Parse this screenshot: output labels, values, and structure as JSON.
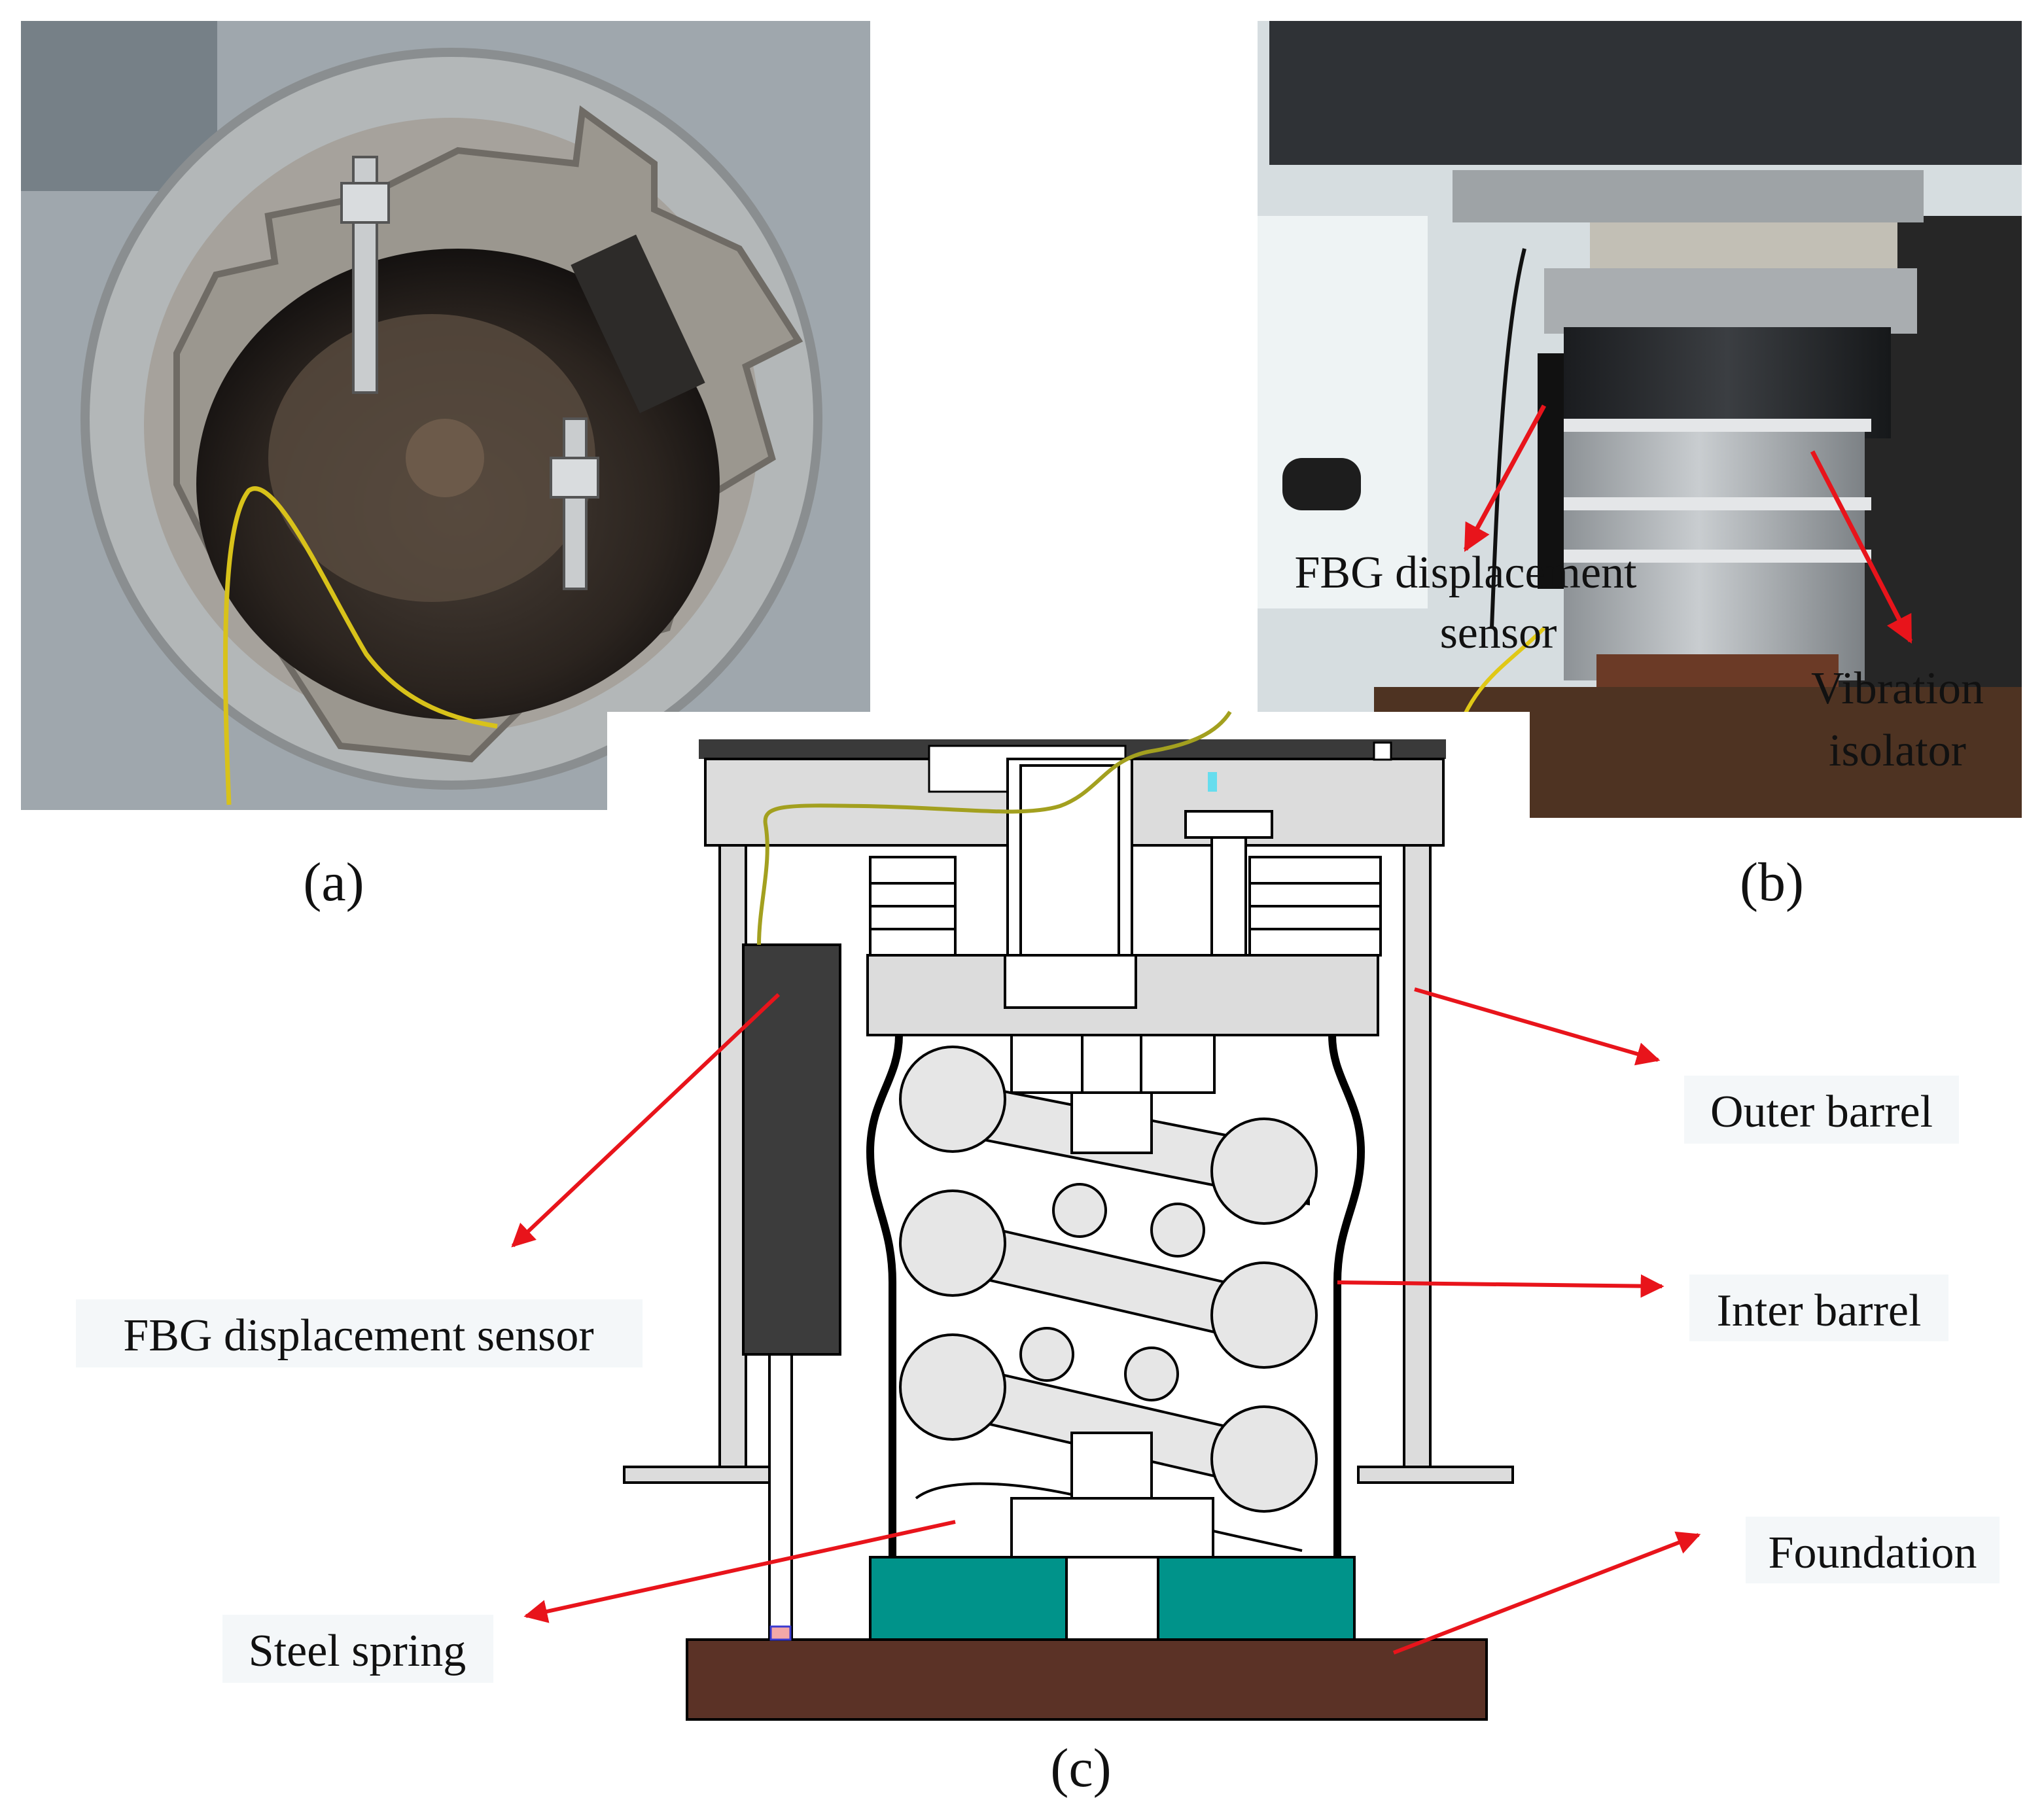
{
  "panels": {
    "a": {
      "label": "(a)"
    },
    "b": {
      "label": "(b)"
    },
    "c": {
      "label": "(c)"
    }
  },
  "photo_b": {
    "sensor_label": [
      "FBG displacement",
      "sensor"
    ],
    "isolator_label": [
      "Vibration",
      "isolator"
    ]
  },
  "diagram_c": {
    "labels": {
      "outer_barrel": "Outer barrel",
      "inter_barrel": "Inter barrel",
      "fbg_sensor": "FBG displacement sensor",
      "steel_spring": "Steel spring",
      "foundation": "Foundation"
    }
  },
  "colors": {
    "arrow": "#e8141b",
    "foundation": "#5b3226",
    "base_block": "#00938a",
    "sensor_body": "#3c3c3c",
    "fiber": "#a3a01f",
    "part_fill": "#dcdcdc",
    "spring_wire": "#e6e6e6",
    "label_bg": "#f4f7f9"
  }
}
